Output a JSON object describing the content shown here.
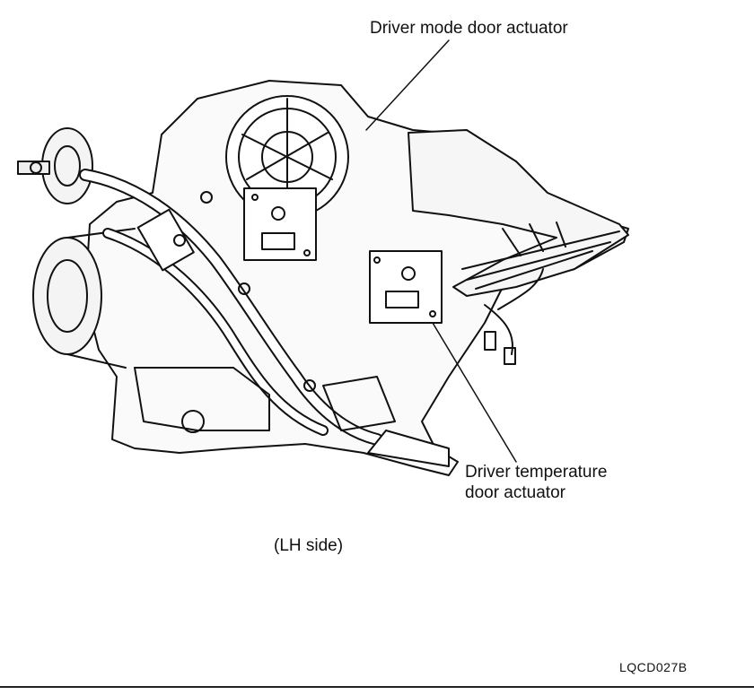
{
  "labels": {
    "mode_actuator": "Driver mode door actuator",
    "temp_actuator_line1": "Driver temperature",
    "temp_actuator_line2": "door actuator",
    "side": "(LH side)",
    "figure_code": "LQCD027B"
  }
}
